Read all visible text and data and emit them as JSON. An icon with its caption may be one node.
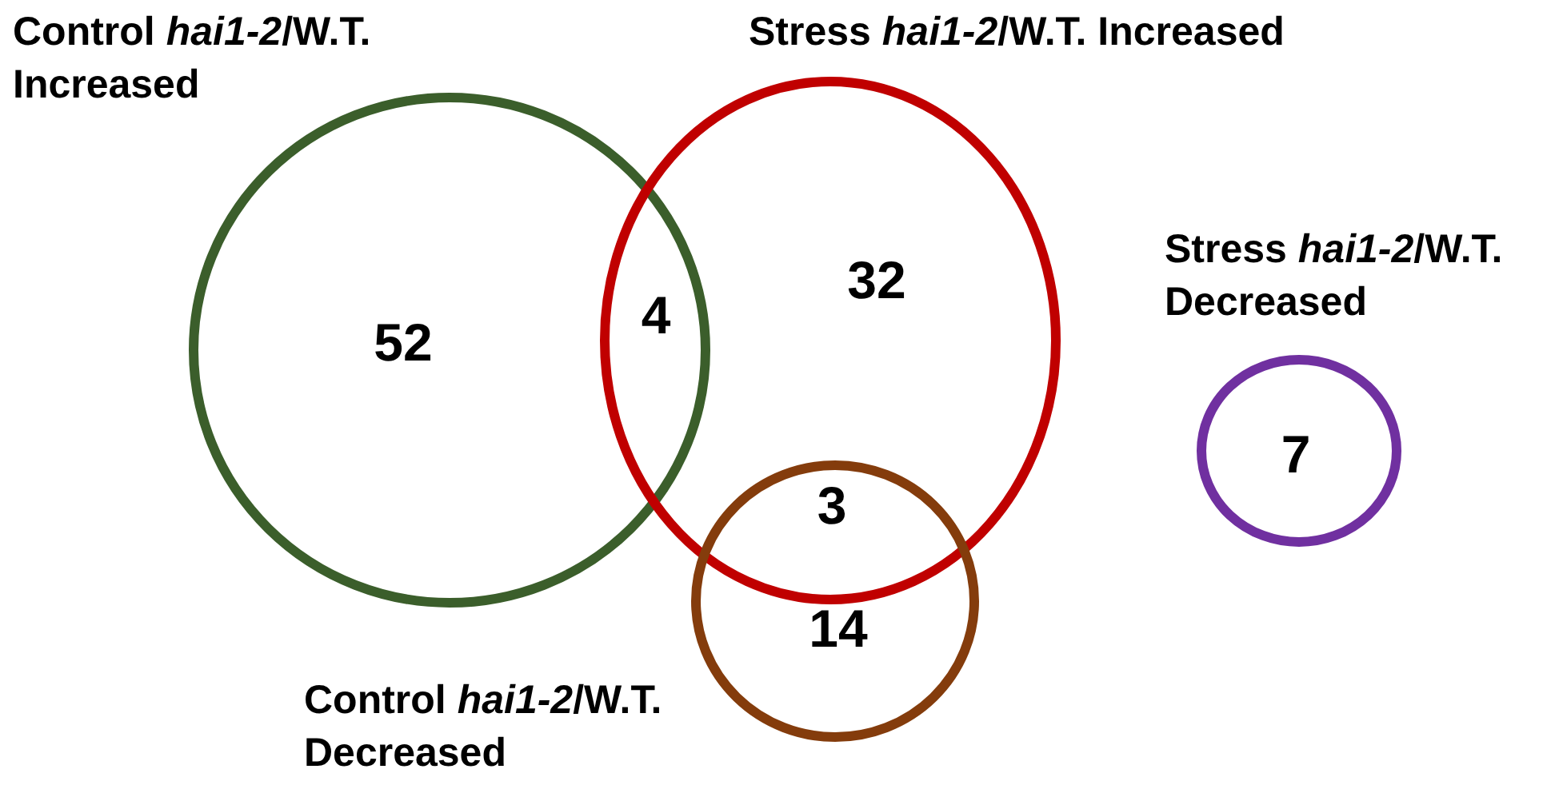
{
  "diagram": {
    "nodes": [
      {
        "text": [
          "52"
        ],
        "beside": [
          "Control *hai1-2*/W.T. Increased"
        ]
      },
      {
        "text": [
          "32"
        ],
        "beside": [
          "Stress *hai1-2*/W.T. Increased"
        ]
      },
      {
        "text": [
          "14"
        ],
        "beside": [
          "Control *hai1-2*/W.T. Decreased"
        ]
      },
      {
        "text": [
          "7"
        ],
        "beside": [
          "Stress *hai1-2*/W.T. Decreased"
        ]
      }
    ],
    "labels": [
      "4",
      "3"
    ]
  }
}
